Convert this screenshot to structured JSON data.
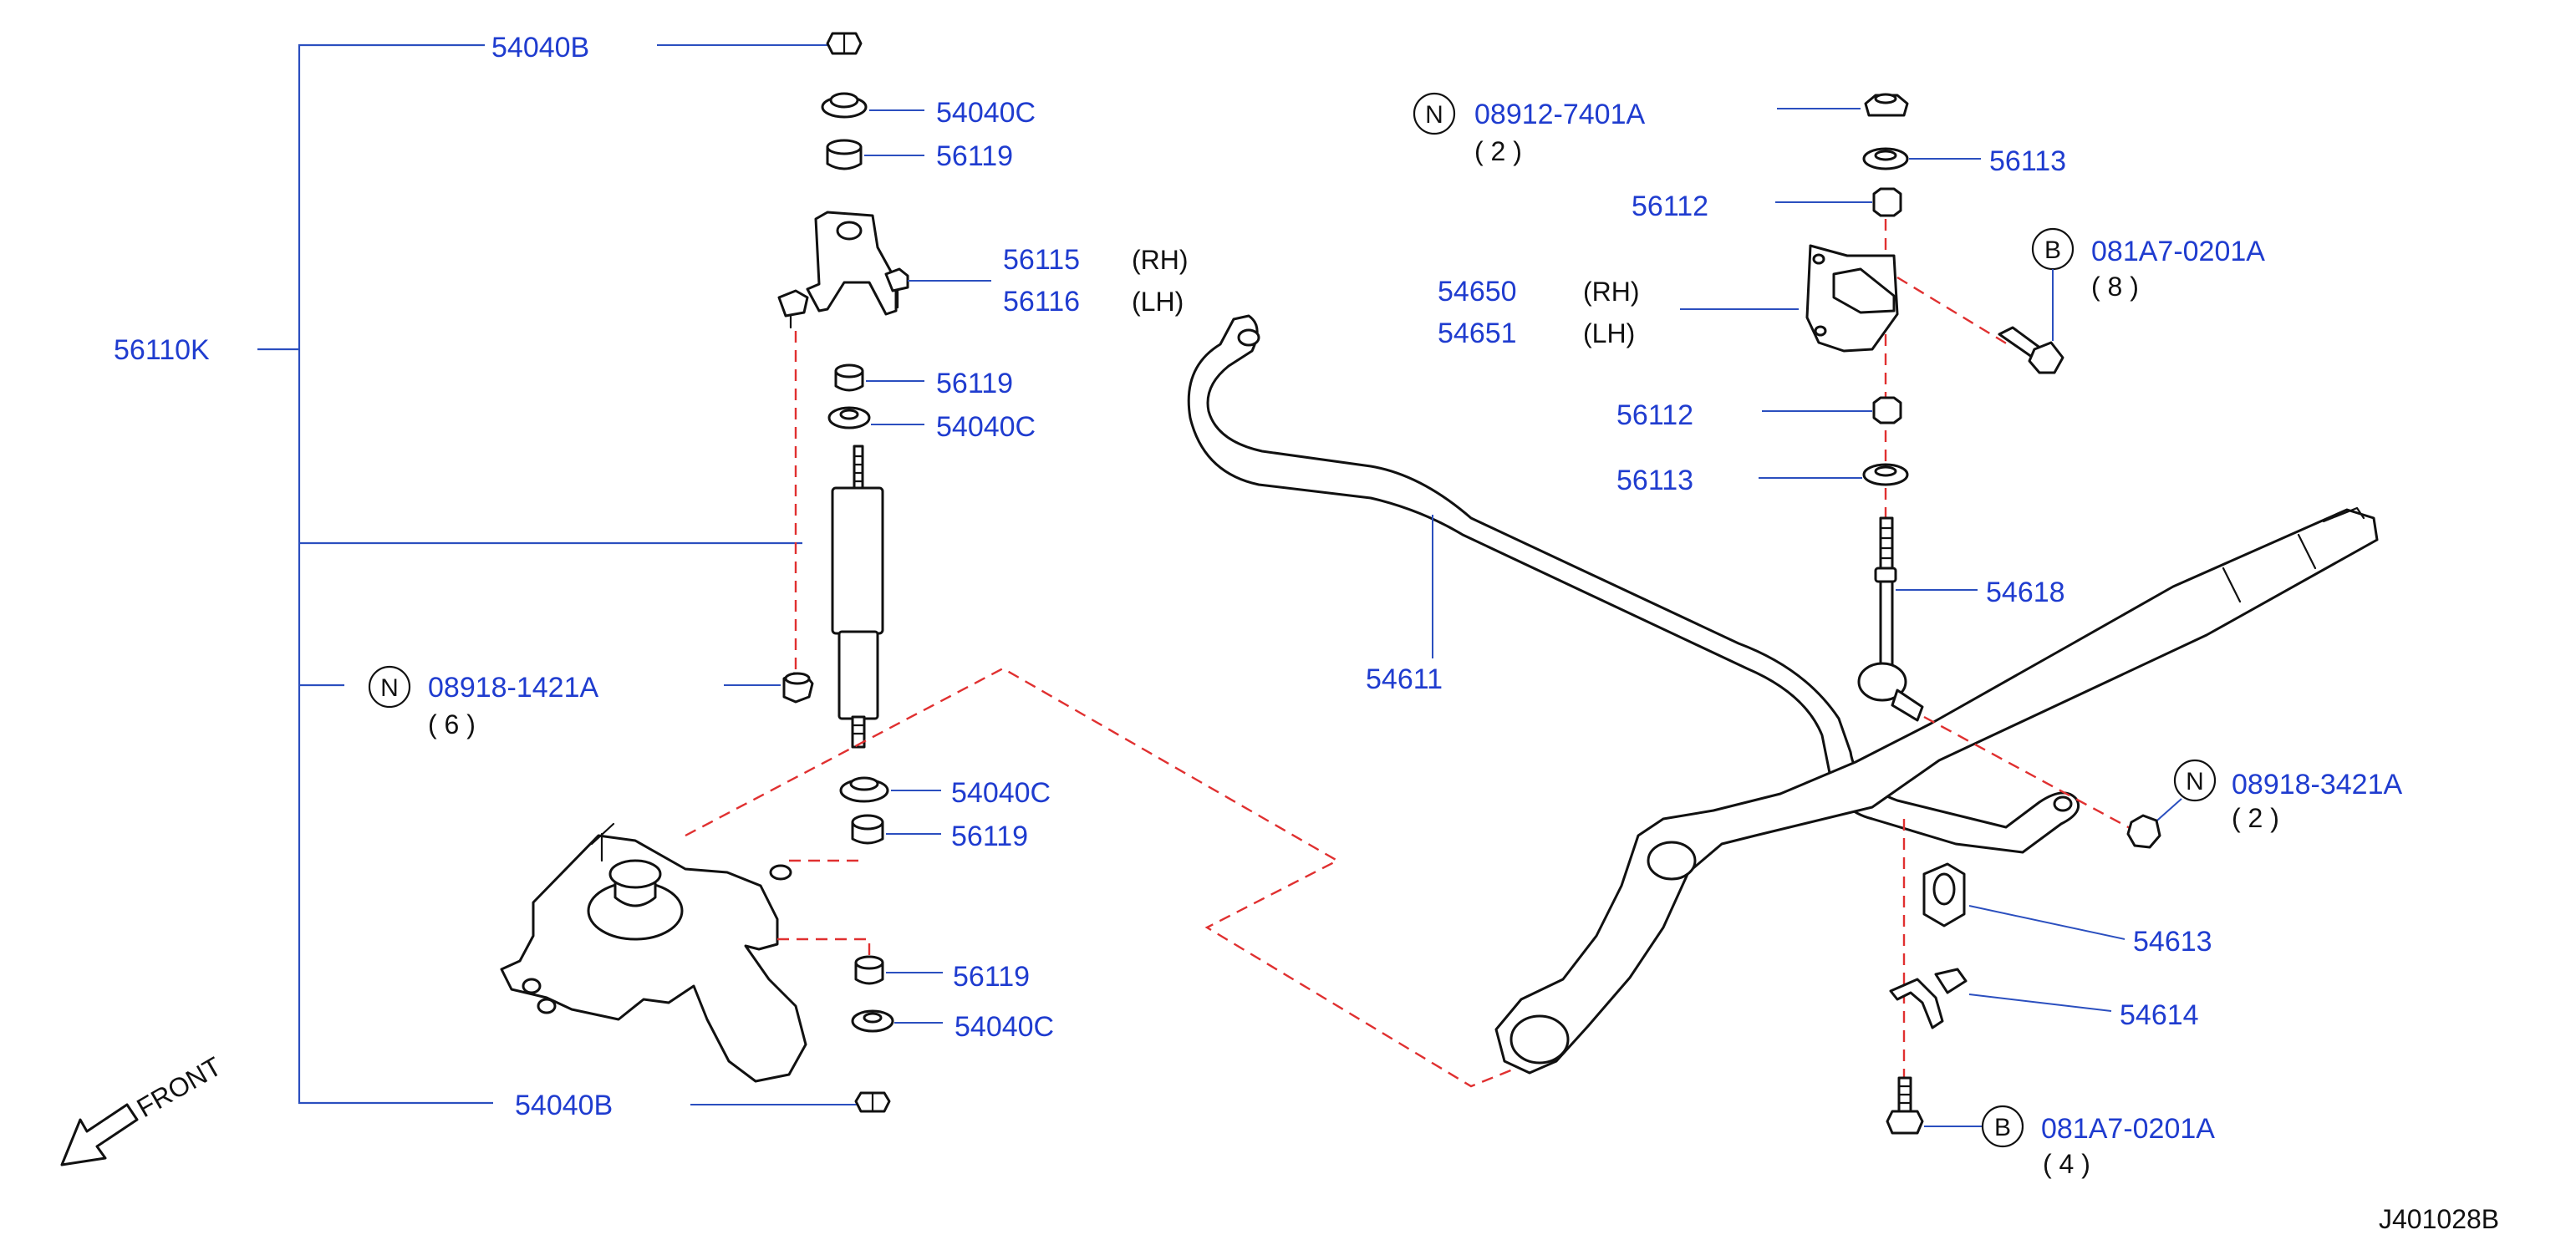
{
  "diagram_id": "J401028B",
  "front_label": "FRONT",
  "group_label": "56110K",
  "left_parts": {
    "p54040B_top": "54040B",
    "p54040C_1": "54040C",
    "p56119_1": "56119",
    "p56115": "56115",
    "p56115_side": "(RH)",
    "p56116": "56116",
    "p56116_side": "(LH)",
    "p56119_2": "56119",
    "p54040C_2": "54040C",
    "nut_letter": "N",
    "nut_code": "08918-1421A",
    "nut_qty": "( 6 )",
    "p54040C_3": "54040C",
    "p56119_3": "56119",
    "p56119_4": "56119",
    "p54040C_4": "54040C",
    "p54040B_bottom": "54040B"
  },
  "right_parts": {
    "nut_top_letter": "N",
    "nut_top_code": "08912-7401A",
    "nut_top_qty": "( 2 )",
    "p56113_1": "56113",
    "p56112_1": "56112",
    "bolt_top_letter": "B",
    "bolt_top_code": "081A7-0201A",
    "bolt_top_qty": "( 8 )",
    "p54650": "54650",
    "p54650_side": "(RH)",
    "p54651": "54651",
    "p54651_side": "(LH)",
    "p56112_2": "56112",
    "p56113_2": "56113",
    "p54618": "54618",
    "p54611": "54611",
    "nut_right_letter": "N",
    "nut_right_code": "08918-3421A",
    "nut_right_qty": "( 2 )",
    "p54613": "54613",
    "p54614": "54614",
    "bolt_bottom_letter": "B",
    "bolt_bottom_code": "081A7-0201A",
    "bolt_bottom_qty": "( 4 )"
  },
  "colors": {
    "label": "#1f3ccf",
    "leader": "#2b4fbf",
    "dashed_connector": "#e03030",
    "part_outline": "#111111"
  }
}
